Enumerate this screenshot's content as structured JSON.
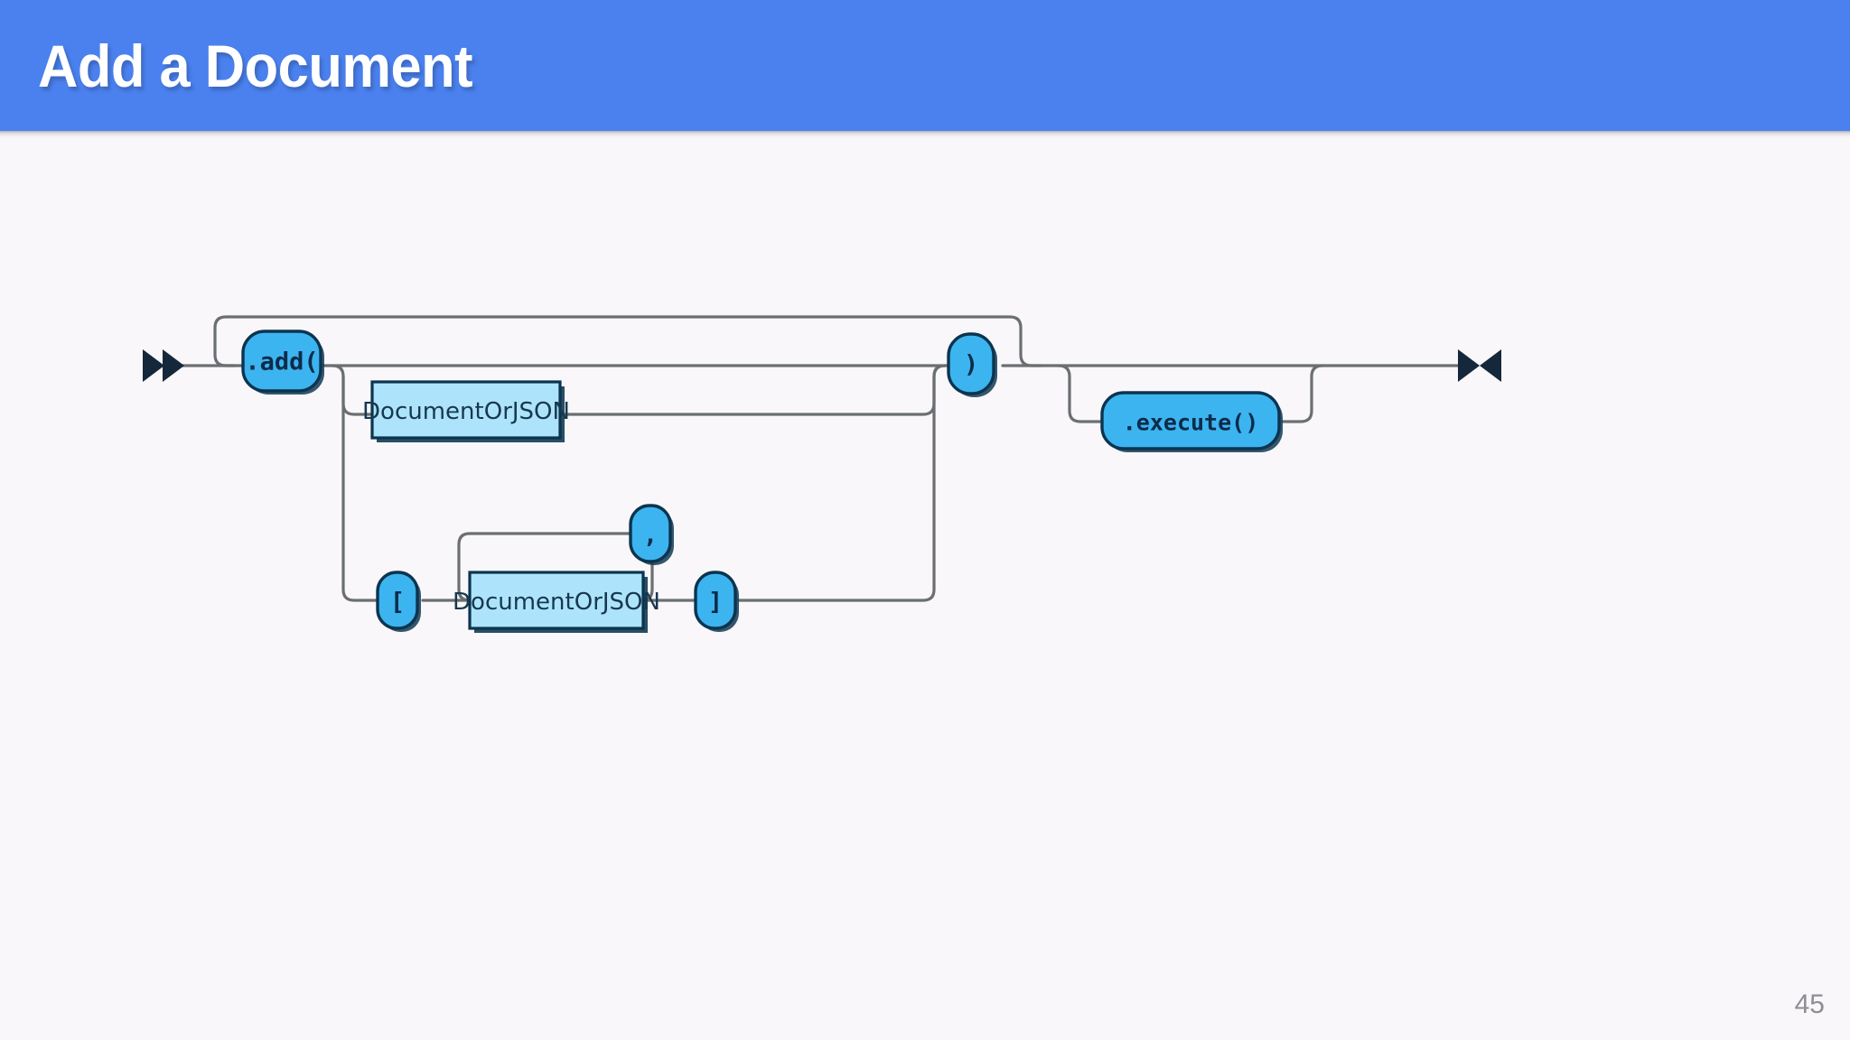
{
  "slide": {
    "title": "Add a Document",
    "page_number": "45",
    "header_color": "#4a81ee",
    "background_color": "#f9f7fa",
    "title_color": "#ffffff",
    "page_number_color": "#8d8d93"
  },
  "diagram": {
    "type": "railroad-syntax-diagram",
    "name": "Add a Document",
    "colors": {
      "terminal_fill": "#3cb4f0",
      "nonterminal_fill": "#ade4fb",
      "node_border": "#0c344f",
      "label_text": "#0d2b4a",
      "rail_line": "#6b6f72",
      "marker": "#15273a"
    },
    "start_marker": "double-triangle-right",
    "end_marker": "bowtie",
    "nodes": [
      {
        "id": "add-open",
        "kind": "terminal",
        "label": ".add("
      },
      {
        "id": "doc-single",
        "kind": "nonterminal",
        "label": "DocumentOrJSON"
      },
      {
        "id": "comma",
        "kind": "terminal",
        "label": ","
      },
      {
        "id": "bracket-open",
        "kind": "terminal",
        "label": "["
      },
      {
        "id": "doc-list",
        "kind": "nonterminal",
        "label": "DocumentOrJSON"
      },
      {
        "id": "bracket-close",
        "kind": "terminal",
        "label": "]"
      },
      {
        "id": "paren-close",
        "kind": "terminal",
        "label": ")"
      },
      {
        "id": "execute",
        "kind": "terminal",
        "label": ".execute()"
      }
    ],
    "branches": [
      "empty (skip arguments)",
      "DocumentOrJSON",
      "[ DocumentOrJSON { , DocumentOrJSON } ]"
    ],
    "loops": [
      "repeat .add( ... ) group",
      "repeat DocumentOrJSON separated by ,"
    ],
    "optional": [
      ".execute()"
    ]
  }
}
